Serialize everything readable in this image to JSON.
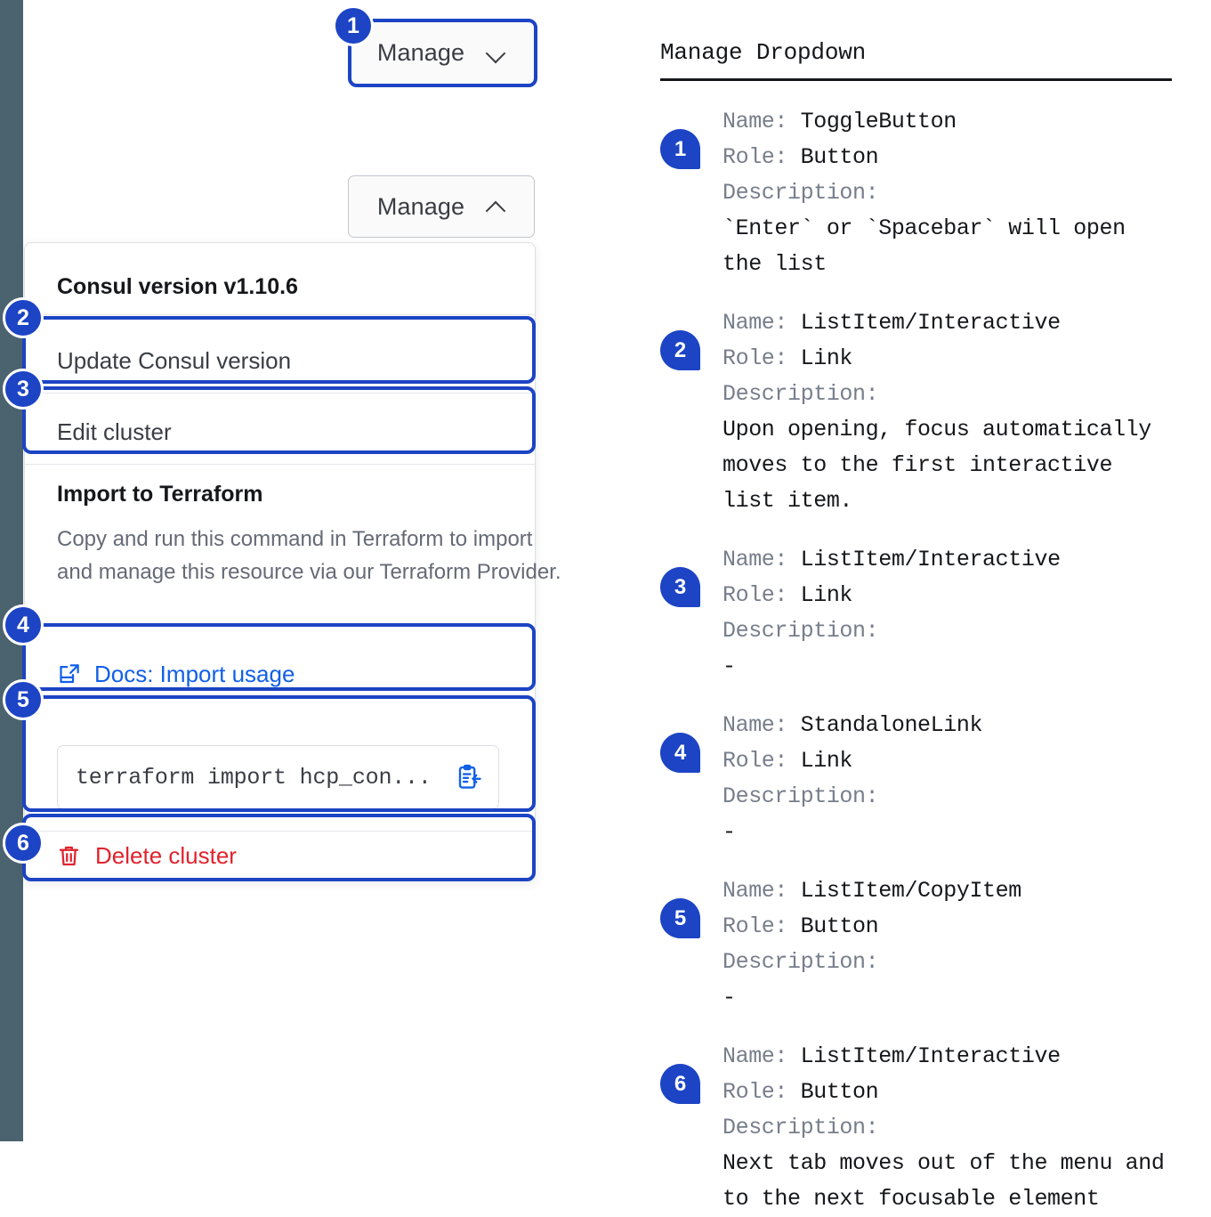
{
  "colors": {
    "accent_blue": "#1c44c4",
    "link_blue": "#1160e8",
    "danger_red": "#e0232e",
    "edge_strip": "#4b636e",
    "muted_text": "#656a76"
  },
  "left_panel": {
    "toggle_closed": {
      "label": "Manage",
      "icon": "chevron-down-icon"
    },
    "toggle_open": {
      "label": "Manage",
      "icon": "chevron-up-icon"
    },
    "dropdown": {
      "version_heading": "Consul version v1.10.6",
      "update_version_label": "Update Consul version",
      "edit_cluster_label": "Edit cluster",
      "terraform_heading": "Import to Terraform",
      "terraform_description": "Copy and run this command in Terraform to import and manage this resource via our Terraform Provider.",
      "docs_link_label": "Docs: Import usage",
      "docs_link_icon": "docs-external-link-icon",
      "command_value": "terraform import hcp_con...",
      "copy_icon": "copy-to-clipboard-icon",
      "delete_label": "Delete cluster",
      "delete_icon": "trash-icon"
    },
    "markers": [
      "1",
      "2",
      "3",
      "4",
      "5",
      "6"
    ]
  },
  "legend": {
    "title": "Manage Dropdown",
    "field_labels": {
      "name": "Name:",
      "role": "Role:",
      "description": "Description:"
    },
    "entries": [
      {
        "marker": "1",
        "name": "ToggleButton",
        "role": "Button",
        "description": "`Enter` or `Spacebar` will open\nthe list"
      },
      {
        "marker": "2",
        "name": "ListItem/Interactive",
        "role": "Link",
        "description": "Upon opening, focus automatically\nmoves to the first interactive\nlist item."
      },
      {
        "marker": "3",
        "name": "ListItem/Interactive",
        "role": "Link",
        "description": "-"
      },
      {
        "marker": "4",
        "name": "StandaloneLink",
        "role": "Link",
        "description": "-"
      },
      {
        "marker": "5",
        "name": "ListItem/CopyItem",
        "role": "Button",
        "description": "-"
      },
      {
        "marker": "6",
        "name": "ListItem/Interactive",
        "role": "Button",
        "description": "Next tab moves out of the menu and\nto the next focusable element"
      }
    ]
  }
}
